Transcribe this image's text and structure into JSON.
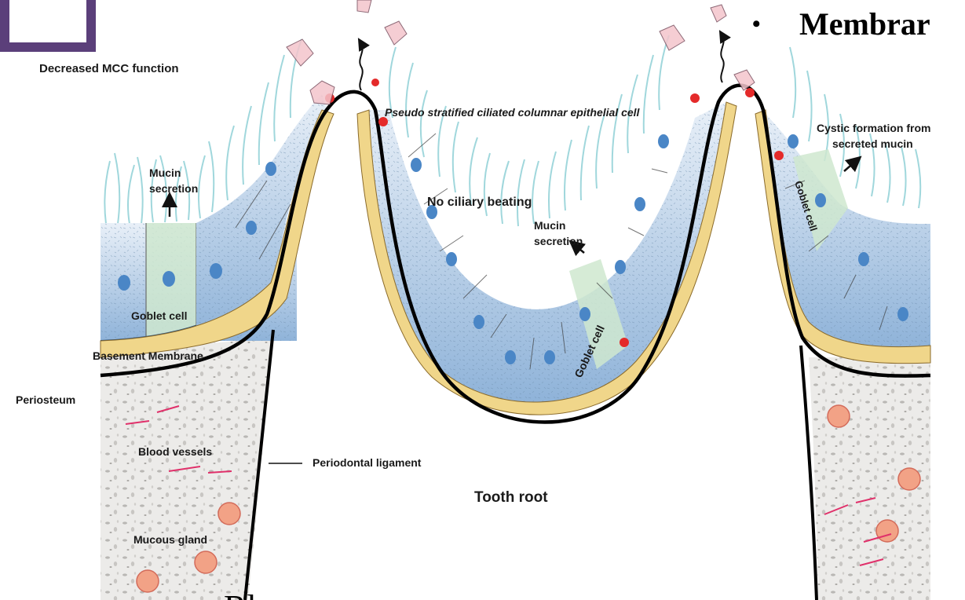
{
  "colors": {
    "accent_bar": "#5b3f7a",
    "bullet_text": "#000000",
    "highlight_text": "#e00000",
    "epithelium_blue": "#9fc1e3",
    "goblet_green": "#cfe8cf",
    "cilia": "#8fd0d6",
    "bone_fill": "#ecebe9",
    "gland": "#f2a286",
    "vessel": "#e0306a",
    "membrane_yellow": "#f0d68a"
  },
  "slide": {
    "bullet_glyph": "•",
    "bullet_text": "Membrar",
    "bottom_text_left": "Rl...",
    "bottom_text_right": "..."
  },
  "labels": {
    "decreased_mcc": "Decreased MCC function",
    "mucin_secretion_1": "Mucin secretion",
    "mucin_secretion_2": "Mucin secretion",
    "pseudo_stratified": "Pseudo stratified ciliated columnar epithelial cell",
    "cystic_formation": "Cystic formation from secreted mucin",
    "no_ciliary_beating": "No ciliary beating",
    "goblet_cell_left": "Goblet  cell",
    "goblet_cell_center": "Goblet  cell",
    "goblet_cell_right": "Goblet cell",
    "basement_membrane": "Basement Membrane",
    "periosteum": "Periosteum",
    "blood_vessels": "Blood vessels",
    "periodontal_ligament": "Periodontal ligament",
    "tooth_root": "Tooth root",
    "mucous_gland": "Mucous gland"
  }
}
